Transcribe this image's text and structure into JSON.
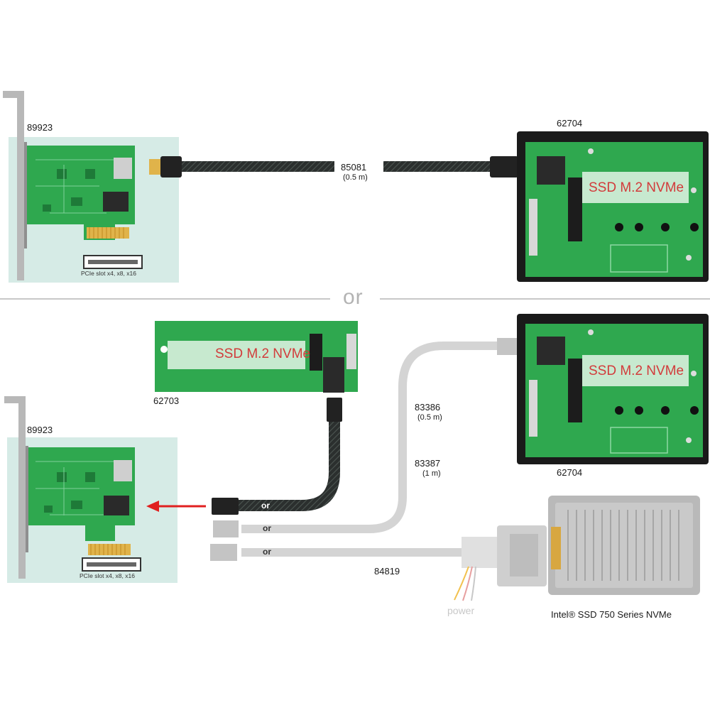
{
  "top": {
    "card_label": "89923",
    "card_slot_label": "PCIe slot x4, x8, x16",
    "cable_label": "85081",
    "cable_length": "(0.5 m)",
    "enclosure_label": "62704",
    "ssd_label": "SSD M.2 NVMe"
  },
  "divider": {
    "or_label": "or"
  },
  "bottom": {
    "adapter_label": "62703",
    "adapter_ssd_label": "SSD M.2 NVMe",
    "card_label": "89923",
    "card_slot_label": "PCIe slot x4, x8, x16",
    "cable1_label": "83386",
    "cable1_length": "(0.5 m)",
    "cable2_label": "83387",
    "cable2_length": "(1 m)",
    "enclosure_label": "62704",
    "enclosure_ssd_label": "SSD M.2 NVMe",
    "cable3_label": "84819",
    "power_label": "power",
    "intel_label": "Intel® SSD 750 Series NVMe",
    "or_labels": [
      "or",
      "or",
      "or"
    ]
  },
  "colors": {
    "pcb_green": "#2fa84f",
    "panel_bg": "#d6ebe6",
    "arrow_red": "#e02020",
    "cable_dark": "#2b2f2e",
    "cable_light": "#d4d4d4",
    "ssd_text": "#d23b3b"
  }
}
